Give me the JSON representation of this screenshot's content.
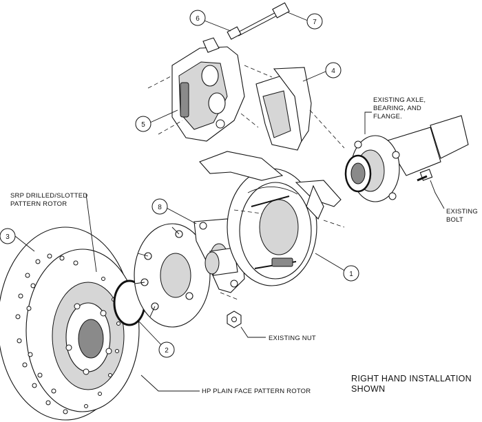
{
  "callouts": [
    {
      "id": "1",
      "label": ""
    },
    {
      "id": "2",
      "label": ""
    },
    {
      "id": "3",
      "label": ""
    },
    {
      "id": "4",
      "label": ""
    },
    {
      "id": "5",
      "label": ""
    },
    {
      "id": "6",
      "label": ""
    },
    {
      "id": "7",
      "label": ""
    },
    {
      "id": "8",
      "label": ""
    }
  ],
  "notes": {
    "axle_line1": "EXISTING AXLE,",
    "axle_line2": "BEARING, AND",
    "axle_line3": "FLANGE.",
    "bolt_line1": "EXISTING",
    "bolt_line2": "BOLT",
    "srp_line1": "SRP DRILLED/SLOTTED",
    "srp_line2": "PATTERN ROTOR",
    "nut": "EXISTING NUT",
    "hp_rotor": "HP PLAIN FACE PATTERN ROTOR",
    "install_line1": "RIGHT HAND INSTALLATION",
    "install_line2": "SHOWN"
  }
}
